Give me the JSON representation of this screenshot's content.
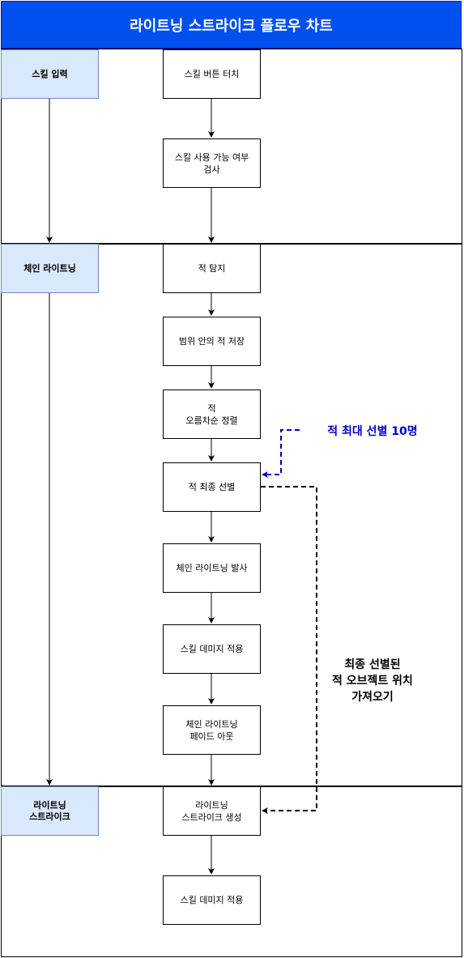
{
  "title": "라이트닝 스트라이크 플로우 차트",
  "lanes": {
    "skill_input": "스킬 입력",
    "chain_lightning": "체인 라이트닝",
    "lightning_strike": "라이트닝\n스트라이크"
  },
  "nodes": {
    "skill_button_touch": "스킬 버튼 터치",
    "skill_availability_check": "스킬 사용 가능 여부\n검사",
    "enemy_detect": "적 탐지",
    "store_enemies_in_range": "범위 안의 적 저장",
    "sort_enemies_ascending": "적\n오름차순 정렬",
    "final_enemy_selection": "적 최종 선별",
    "fire_chain_lightning": "체인 라이트닝 발사",
    "apply_skill_damage_1": "스킬 데미지 적용",
    "chain_lightning_fade_out": "체인 라이트닝\n페이드 아웃",
    "create_lightning_strike": "라이트닝\n스트라이크 생성",
    "apply_skill_damage_2": "스킬 데미지 적용"
  },
  "notes": {
    "max_selection": "적 최대 선별 10명",
    "fetch_positions": "최종 선별된\n적 오브젝트 위치\n가져오기"
  },
  "colors": {
    "title_bg": "#0050ef",
    "lane_bg": "#dae8fc",
    "lane_border": "#6c8ebf",
    "note_blue": "#0000cc",
    "edge": "#000000"
  }
}
